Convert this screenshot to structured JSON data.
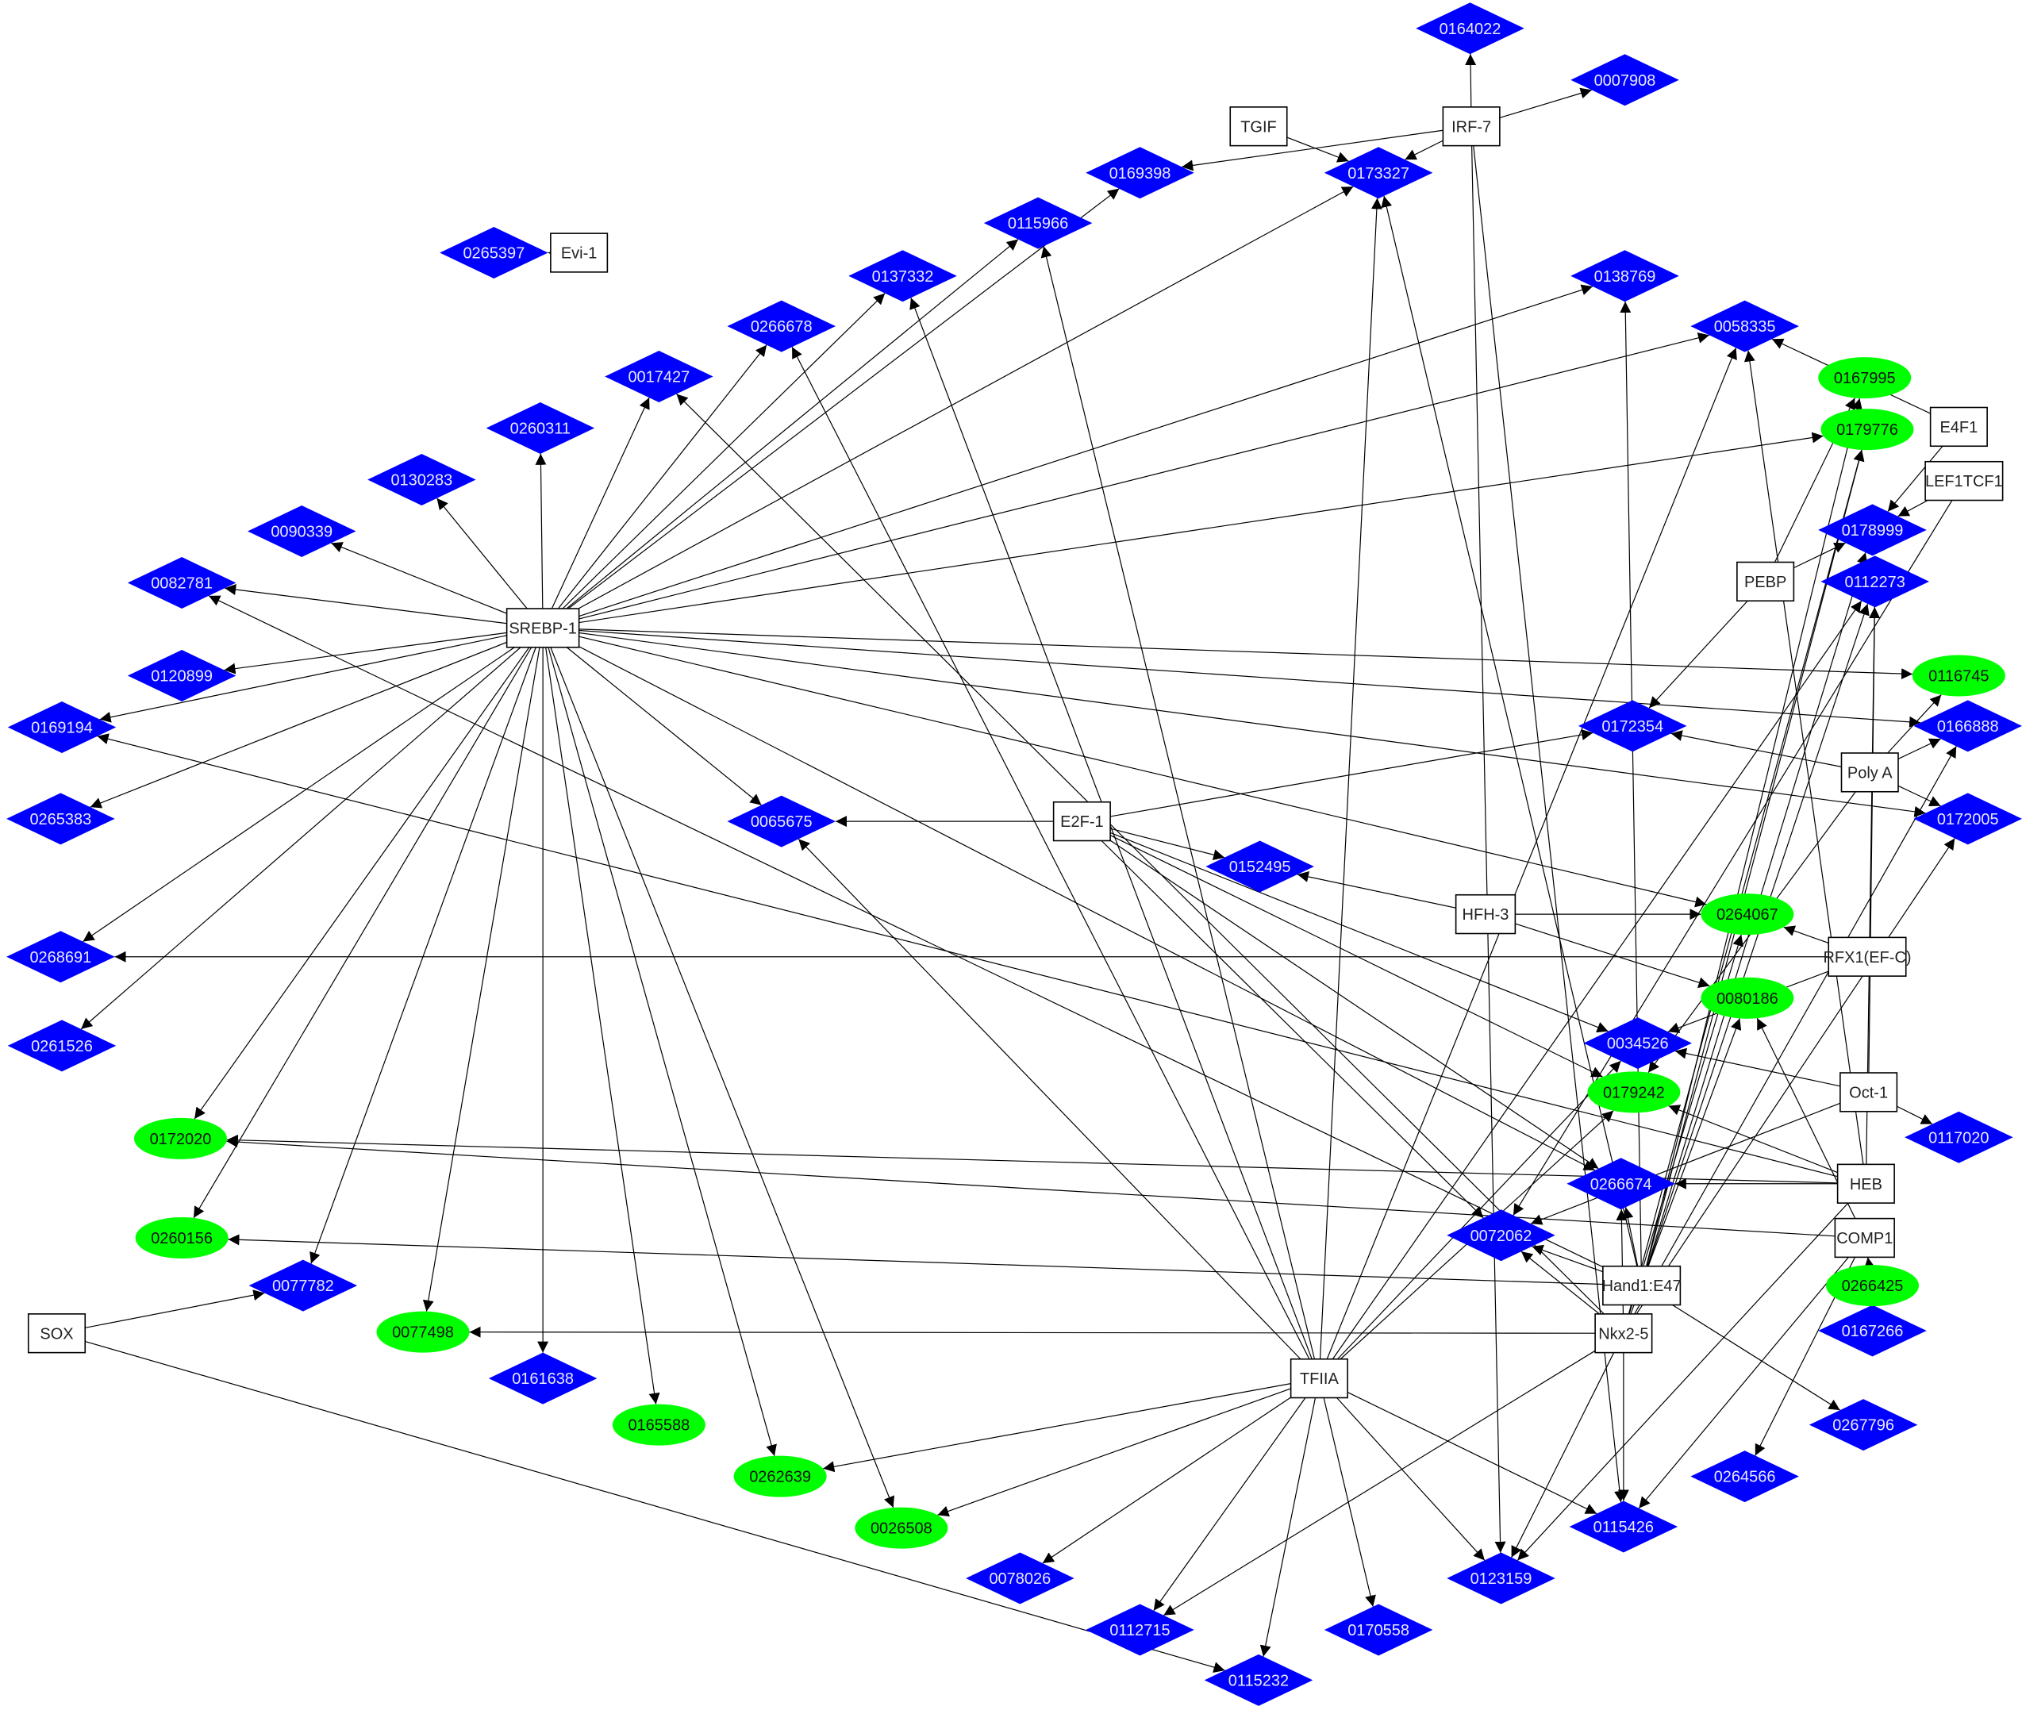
{
  "title": "Transcription factor regulatory network",
  "colors": {
    "diamond": "#0000ff",
    "ellipse": "#00ff00",
    "box_fill": "#ffffff",
    "edge": "#000000"
  },
  "transcription_factors": [
    "Evi-1",
    "TGIF",
    "IRF-7",
    "SREBP-1",
    "E2F-1",
    "HFH-3",
    "E4F1",
    "LEF1TCF1",
    "PEBP",
    "Poly A",
    "RFX1(EF-C)",
    "Oct-1",
    "HEB",
    "COMP1",
    "Hand1:E47",
    "Nkx2-5",
    "TFIIA",
    "SOX"
  ],
  "diamond_genes": [
    "0164022",
    "0007908",
    "0173327",
    "0169398",
    "0115966",
    "0137332",
    "0266678",
    "0017427",
    "0260311",
    "0130283",
    "0090339",
    "0082781",
    "0120899",
    "0169194",
    "0265383",
    "0268691",
    "0261526",
    "0265397",
    "0138769",
    "0058335",
    "0178999",
    "0112273",
    "0172354",
    "0166888",
    "0172005",
    "0065675",
    "0152495",
    "0034526",
    "0117020",
    "0266674",
    "0072062",
    "0167266",
    "0077782",
    "0161638",
    "0267796",
    "0264566",
    "0115426",
    "0123159",
    "0078026",
    "0112715",
    "0170558",
    "0115232"
  ],
  "ellipse_genes": [
    "0167995",
    "0179776",
    "0116745",
    "0264067",
    "0080186",
    "0179242",
    "0172020",
    "0260156",
    "0266425",
    "0077498",
    "0165588",
    "0262639",
    "0026508"
  ],
  "edges": [
    [
      "Evi-1",
      "0265397"
    ],
    [
      "IRF-7",
      "0164022"
    ],
    [
      "IRF-7",
      "0007908"
    ],
    [
      "IRF-7",
      "0173327"
    ],
    [
      "IRF-7",
      "0169398"
    ],
    [
      "IRF-7",
      "0115426"
    ],
    [
      "IRF-7",
      "0123159"
    ],
    [
      "TGIF",
      "0173327"
    ],
    [
      "SREBP-1",
      "0260311"
    ],
    [
      "SREBP-1",
      "0130283"
    ],
    [
      "SREBP-1",
      "0090339"
    ],
    [
      "SREBP-1",
      "0082781"
    ],
    [
      "SREBP-1",
      "0120899"
    ],
    [
      "SREBP-1",
      "0169194"
    ],
    [
      "SREBP-1",
      "0265383"
    ],
    [
      "SREBP-1",
      "0268691"
    ],
    [
      "SREBP-1",
      "0261526"
    ],
    [
      "SREBP-1",
      "0017427"
    ],
    [
      "SREBP-1",
      "0266678"
    ],
    [
      "SREBP-1",
      "0137332"
    ],
    [
      "SREBP-1",
      "0115966"
    ],
    [
      "SREBP-1",
      "0169398"
    ],
    [
      "SREBP-1",
      "0173327"
    ],
    [
      "SREBP-1",
      "0138769"
    ],
    [
      "SREBP-1",
      "0058335"
    ],
    [
      "SREBP-1",
      "0179776"
    ],
    [
      "SREBP-1",
      "0116745"
    ],
    [
      "SREBP-1",
      "0166888"
    ],
    [
      "SREBP-1",
      "0172005"
    ],
    [
      "SREBP-1",
      "0264067"
    ],
    [
      "SREBP-1",
      "0065675"
    ],
    [
      "SREBP-1",
      "0172020"
    ],
    [
      "SREBP-1",
      "0260156"
    ],
    [
      "SREBP-1",
      "0077782"
    ],
    [
      "SREBP-1",
      "0077498"
    ],
    [
      "SREBP-1",
      "0161638"
    ],
    [
      "SREBP-1",
      "0165588"
    ],
    [
      "SREBP-1",
      "0262639"
    ],
    [
      "SREBP-1",
      "0026508"
    ],
    [
      "SREBP-1",
      "0266674"
    ],
    [
      "E2F-1",
      "0065675"
    ],
    [
      "E2F-1",
      "0172354"
    ],
    [
      "E2F-1",
      "0152495"
    ],
    [
      "E2F-1",
      "0034526"
    ],
    [
      "E2F-1",
      "0179242"
    ],
    [
      "E2F-1",
      "0266674"
    ],
    [
      "E2F-1",
      "0072062"
    ],
    [
      "HFH-3",
      "0152495"
    ],
    [
      "HFH-3",
      "0264067"
    ],
    [
      "HFH-3",
      "0080186"
    ],
    [
      "E4F1",
      "0178999"
    ],
    [
      "E4F1",
      "0058335"
    ],
    [
      "LEF1TCF1",
      "0178999"
    ],
    [
      "LEF1TCF1",
      "0072062"
    ],
    [
      "PEBP",
      "0178999"
    ],
    [
      "PEBP",
      "0172354"
    ],
    [
      "PEBP",
      "0167995"
    ],
    [
      "Poly A",
      "0166888"
    ],
    [
      "Poly A",
      "0116745"
    ],
    [
      "Poly A",
      "0172005"
    ],
    [
      "Poly A",
      "0172354"
    ],
    [
      "Poly A",
      "0179242"
    ],
    [
      "RFX1(EF-C)",
      "0268691"
    ],
    [
      "RFX1(EF-C)",
      "0264067"
    ],
    [
      "RFX1(EF-C)",
      "0034526"
    ],
    [
      "Oct-1",
      "0117020"
    ],
    [
      "Oct-1",
      "0034526"
    ],
    [
      "Oct-1",
      "0072062"
    ],
    [
      "Oct-1",
      "0112273"
    ],
    [
      "HEB",
      "0172020"
    ],
    [
      "HEB",
      "0179242"
    ],
    [
      "HEB",
      "0169194"
    ],
    [
      "HEB",
      "0266674"
    ],
    [
      "HEB",
      "0112273"
    ],
    [
      "HEB",
      "0123159"
    ],
    [
      "HEB",
      "0058335"
    ],
    [
      "COMP1",
      "0172020"
    ],
    [
      "COMP1",
      "0264566"
    ],
    [
      "COMP1",
      "0115426"
    ],
    [
      "COMP1",
      "0080186"
    ],
    [
      "0266425",
      "COMP1"
    ],
    [
      "0266425",
      "0167266"
    ],
    [
      "Hand1:E47",
      "0260156"
    ],
    [
      "Hand1:E47",
      "0072062"
    ],
    [
      "Hand1:E47",
      "0266674"
    ],
    [
      "Hand1:E47",
      "0179776"
    ],
    [
      "Hand1:E47",
      "0167995"
    ],
    [
      "Hand1:E47",
      "0178999"
    ],
    [
      "Hand1:E47",
      "0112273"
    ],
    [
      "Hand1:E47",
      "0267796"
    ],
    [
      "Hand1:E47",
      "0082781"
    ],
    [
      "Hand1:E47",
      "0138769"
    ],
    [
      "Hand1:E47",
      "0173327"
    ],
    [
      "Nkx2-5",
      "0077498"
    ],
    [
      "Nkx2-5",
      "0072062"
    ],
    [
      "Nkx2-5",
      "0266674"
    ],
    [
      "Nkx2-5",
      "0115426"
    ],
    [
      "Nkx2-5",
      "0123159"
    ],
    [
      "Nkx2-5",
      "0179776"
    ],
    [
      "Nkx2-5",
      "0080186"
    ],
    [
      "Nkx2-5",
      "0264067"
    ],
    [
      "Nkx2-5",
      "0166888"
    ],
    [
      "Nkx2-5",
      "0172005"
    ],
    [
      "Nkx2-5",
      "0017427"
    ],
    [
      "Nkx2-5",
      "0112715"
    ],
    [
      "TFIIA",
      "0173327"
    ],
    [
      "TFIIA",
      "0115966"
    ],
    [
      "TFIIA",
      "0266678"
    ],
    [
      "TFIIA",
      "0065675"
    ],
    [
      "TFIIA",
      "0262639"
    ],
    [
      "TFIIA",
      "0026508"
    ],
    [
      "TFIIA",
      "0078026"
    ],
    [
      "TFIIA",
      "0112715"
    ],
    [
      "TFIIA",
      "0115232"
    ],
    [
      "TFIIA",
      "0170558"
    ],
    [
      "TFIIA",
      "0123159"
    ],
    [
      "TFIIA",
      "0115426"
    ],
    [
      "TFIIA",
      "0034526"
    ],
    [
      "TFIIA",
      "0179242"
    ],
    [
      "TFIIA",
      "0112273"
    ],
    [
      "TFIIA",
      "0137332"
    ],
    [
      "TFIIA",
      "0058335"
    ],
    [
      "SOX",
      "0077782"
    ],
    [
      "SOX",
      "0115232"
    ]
  ]
}
